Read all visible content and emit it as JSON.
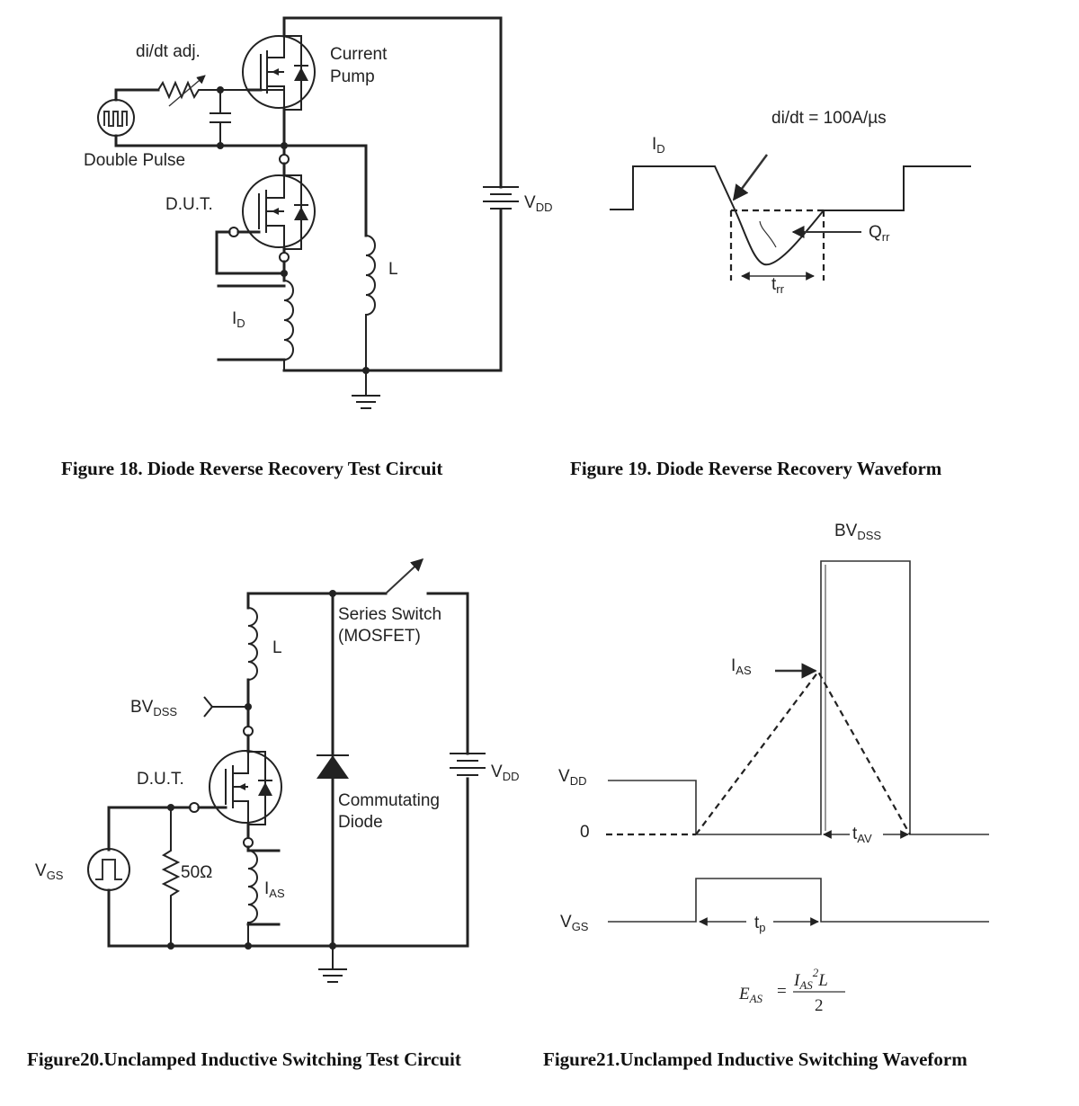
{
  "figure18": {
    "caption": "Figure 18. Diode Reverse Recovery Test Circuit",
    "didt_adj": "di/dt adj.",
    "current_pump_1": "Current",
    "current_pump_2": "Pump",
    "double_pulse": "Double Pulse",
    "dut": "D.U.T.",
    "inductor": "L",
    "vdd_main": "V",
    "vdd_sub": "DD",
    "id_main": "I",
    "id_sub": "D"
  },
  "figure19": {
    "caption": "Figure 19. Diode Reverse Recovery Waveform",
    "didt": "di/dt = 100A/µs",
    "id_main": "I",
    "id_sub": "D",
    "qrr_main": "Q",
    "qrr_sub": "rr",
    "trr_main": "t",
    "trr_sub": "rr"
  },
  "figure20": {
    "caption": "Figure20.Unclamped Inductive Switching Test Circuit",
    "series_switch_1": "Series Switch",
    "series_switch_2": "(MOSFET)",
    "inductor": "L",
    "bvdss_main": "BV",
    "bvdss_sub": "DSS",
    "dut": "D.U.T.",
    "commutating_1": "Commutating",
    "commutating_2": "Diode",
    "vdd_main": "V",
    "vdd_sub": "DD",
    "vgs_main": "V",
    "vgs_sub": "GS",
    "resistor": "50Ω",
    "ias_main": "I",
    "ias_sub": "AS"
  },
  "figure21": {
    "caption": "Figure21.Unclamped Inductive Switching Waveform",
    "bvdss_main": "BV",
    "bvdss_sub": "DSS",
    "ias_main": "I",
    "ias_sub": "AS",
    "vdd_main": "V",
    "vdd_sub": "DD",
    "zero": "0",
    "tav_main": "t",
    "tav_sub": "AV",
    "vgs_main": "V",
    "vgs_sub": "GS",
    "tp_main": "t",
    "tp_sub": "p",
    "eq_lhs": "E",
    "eq_lhs_sub": "AS",
    "eq_equals": "=",
    "eq_num_i": "I",
    "eq_num_sub": "AS",
    "eq_num_sup": "2",
    "eq_num_l": "L",
    "eq_den": "2"
  }
}
